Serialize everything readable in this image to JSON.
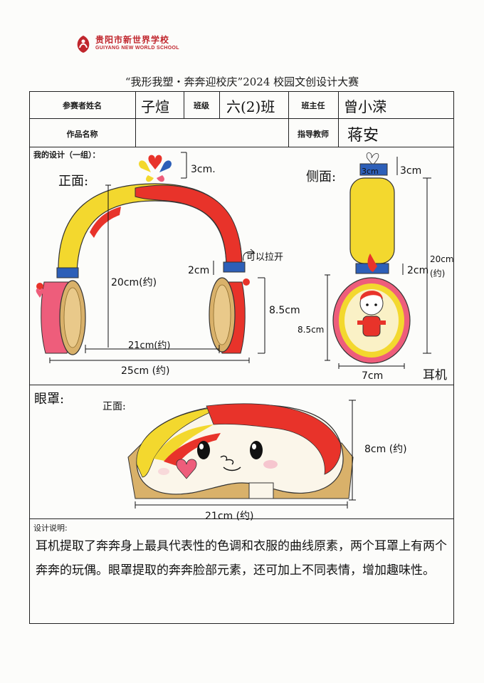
{
  "header": {
    "school_name_cn": "贵阳市新世界学校",
    "school_name_en": "GUIYANG NEW WORLD SCHOOL",
    "logo_icon": "school-logo-icon",
    "title": "“我形我塑・奔奔迎校庆”2024 校园文创设计大赛"
  },
  "form": {
    "participant_label": "参赛者姓名",
    "participant_value": "子煊",
    "class_label": "班级",
    "class_value": "六(2)班",
    "teacher_label": "班主任",
    "teacher_value": "曾小溁",
    "work_label": "作品名称",
    "work_value": "",
    "advisor_label": "指导教师",
    "advisor_value": "蒋安"
  },
  "design": {
    "section_label": "我的设计（一组）：",
    "front_label": "正面:",
    "side_label": "侧面:",
    "dim_top_front": "3cm.",
    "dim_top_side": "3cm",
    "dim_side_inner": "3cm",
    "dim_height_front": "20cm(约)",
    "dim_band": "2cm",
    "dim_cup_front": "8.5cm",
    "dim_inner_width": "21cm(约)",
    "dim_outer_width": "25cm (约)",
    "note_stretch": "可以拉开",
    "dim_height_side": "20cm (约)",
    "dim_band_side": "2cm",
    "dim_cup_side": "8.5cm",
    "dim_depth_side": "7cm",
    "headphones_label": "耳机"
  },
  "eyemask": {
    "section_label": "眼罩:",
    "front_label": "正面:",
    "dim_height": "8cm (约)",
    "dim_width": "21cm (约)"
  },
  "description": {
    "label": "设计说明:",
    "text": "耳机提取了奔奔身上最具代表性的色调和衣服的曲线原素，两个耳罩上有两个奔奔的玩偶。眼罩提取的奔奔脸部元素，还可加上不同表情，增加趣味性。"
  },
  "colors": {
    "yellow": "#f3d82e",
    "red": "#e8332a",
    "blue": "#2d5fb8",
    "wood": "#d9b16a",
    "pink": "#ee5d7b",
    "brand_red": "#c0262d"
  }
}
